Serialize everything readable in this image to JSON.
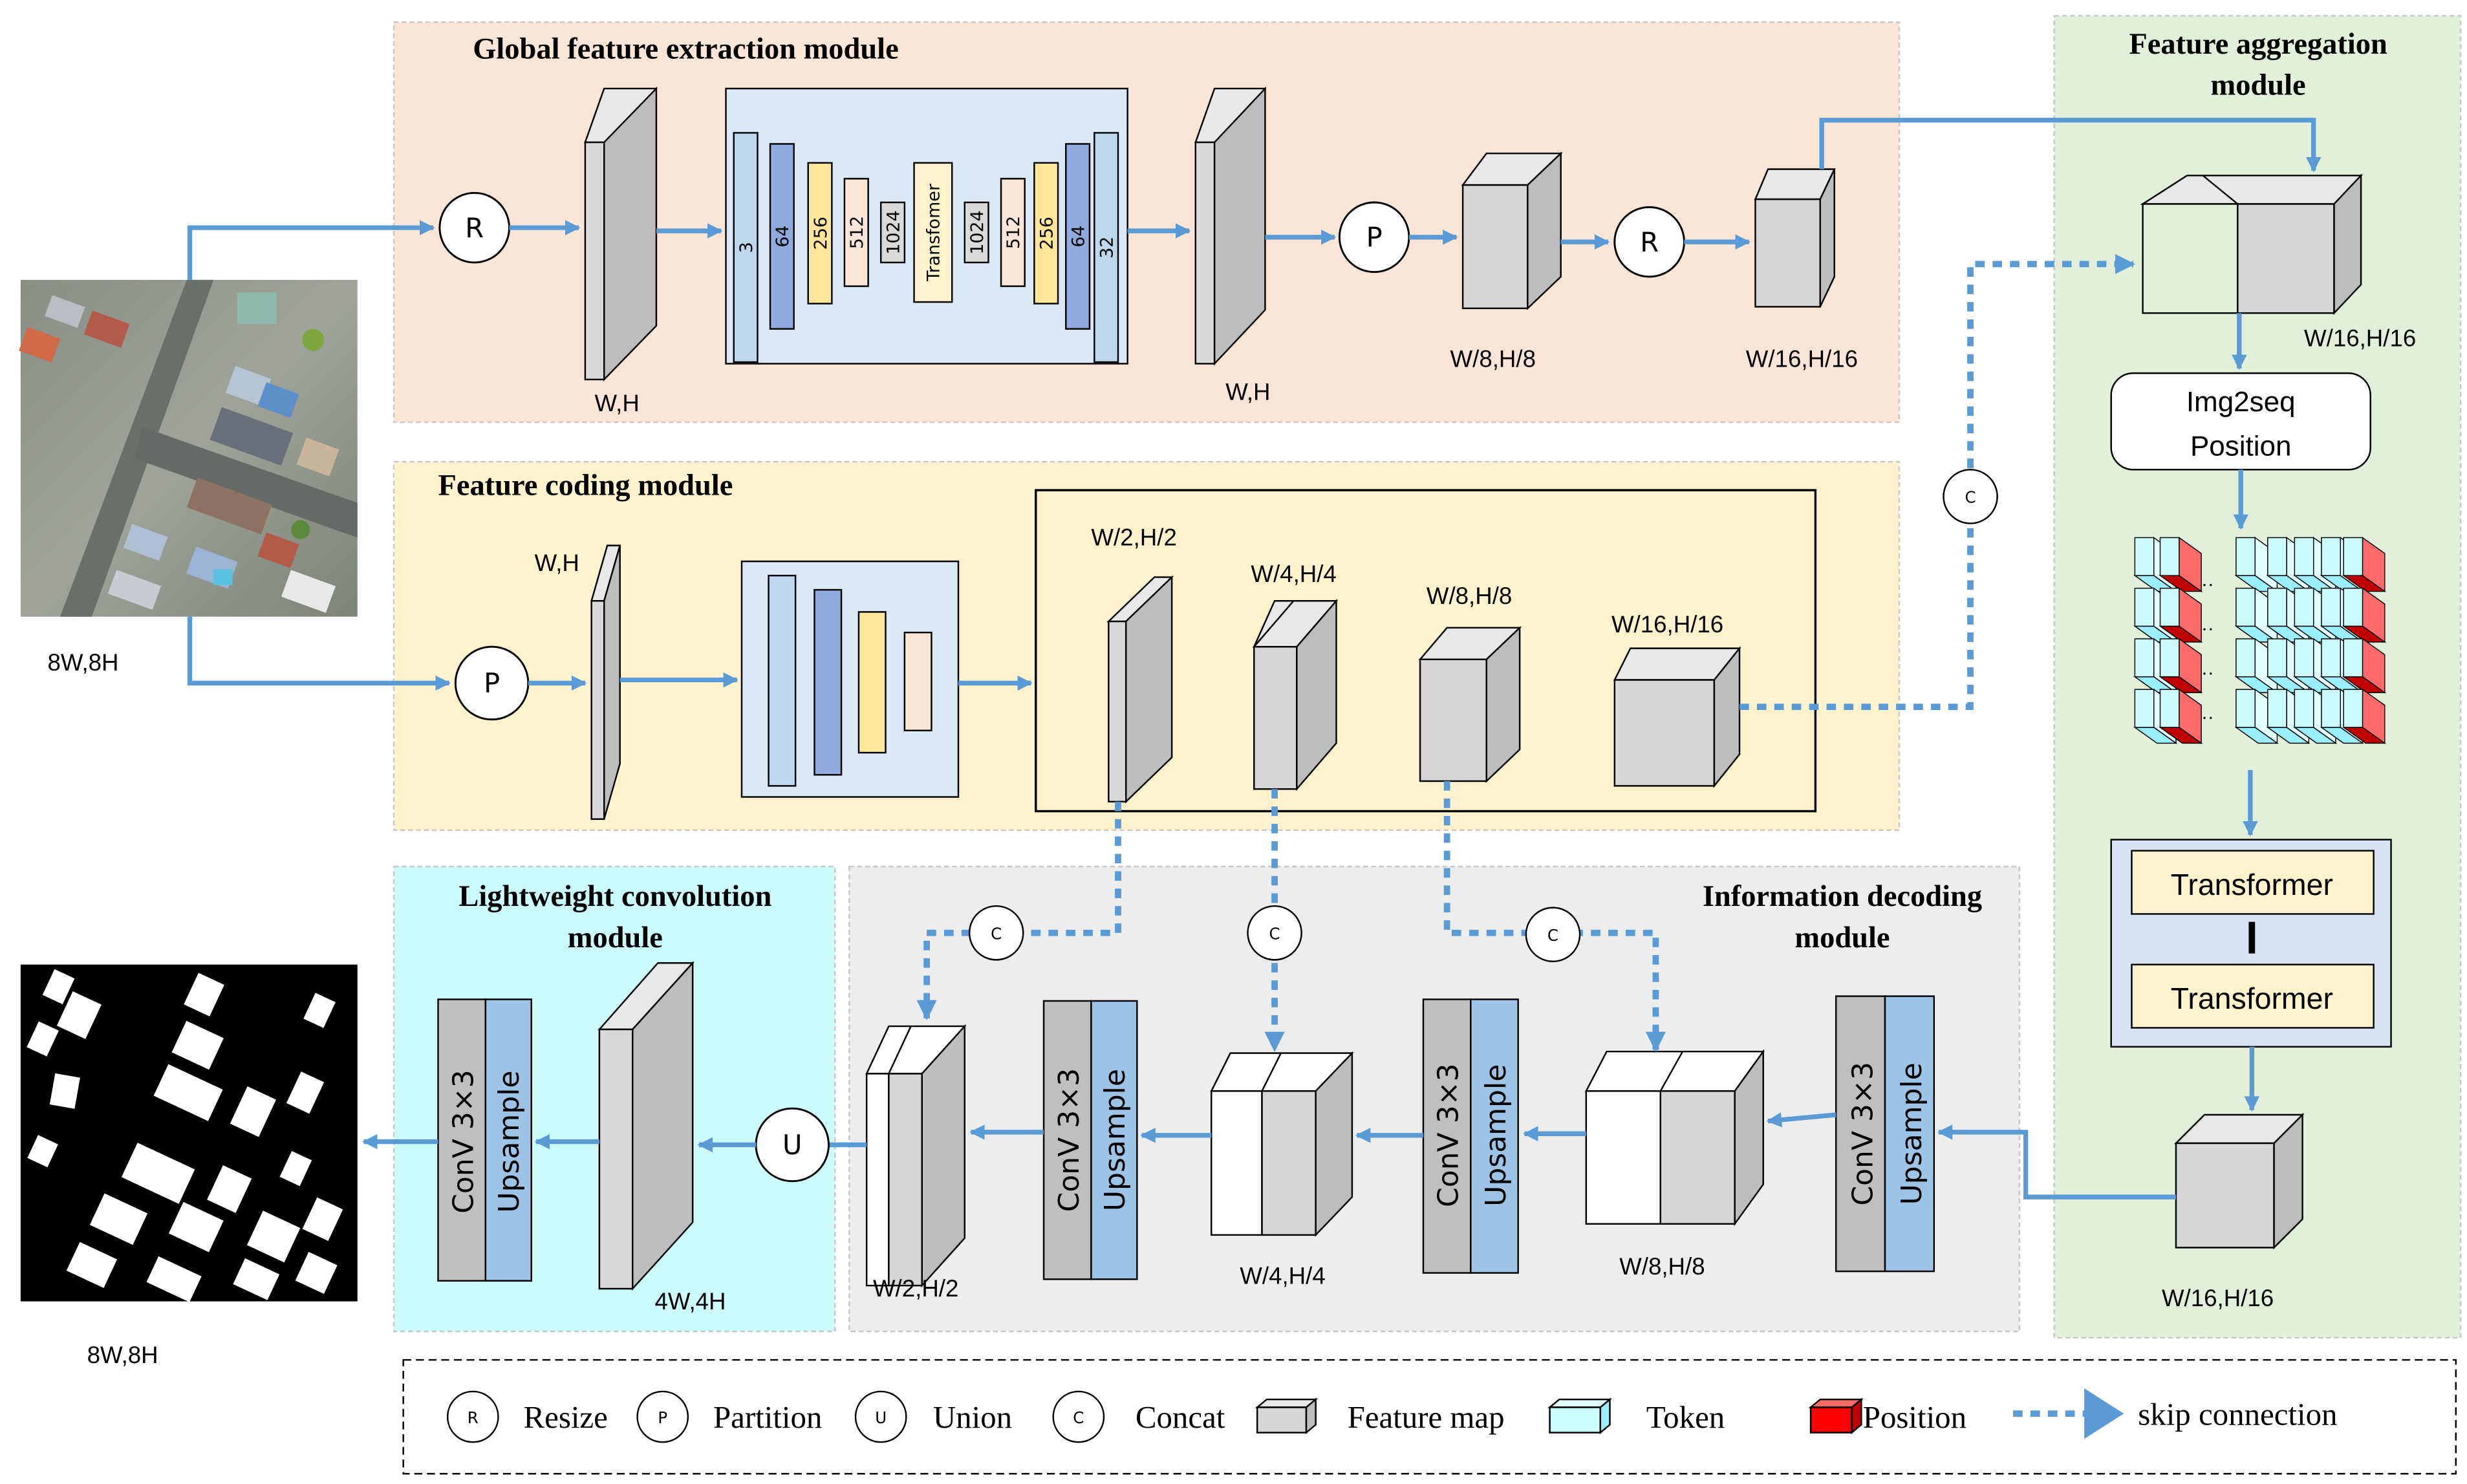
{
  "modules": {
    "global": "Global feature extraction module",
    "coding": "Feature coding module",
    "aggregation_line1": "Feature aggregation",
    "aggregation_line2": "module",
    "lightweight_line1": "Lightweight convolution",
    "lightweight_line2": "module",
    "decoding_line1": "Information decoding",
    "decoding_line2": "module"
  },
  "ops": {
    "resize": "R",
    "partition": "P",
    "union": "U",
    "concat": "C"
  },
  "global_unet_layers": [
    "3",
    "64",
    "256",
    "512",
    "1024",
    "Transfomer",
    "1024",
    "512",
    "256",
    "64",
    "32"
  ],
  "dims": {
    "input": "8W,8H",
    "output": "8W,8H",
    "wh": "W,H",
    "w2": "W/2,H/2",
    "w4": "W/4,H/4",
    "w8": "W/8,H/8",
    "w16": "W/16,H/16",
    "w4x": "4W,4H"
  },
  "blocks": {
    "img2seq_1": "Img2seq",
    "img2seq_2": "Position",
    "transformer": "Transformer",
    "conv": "ConV 3×3",
    "upsample": "Upsample"
  },
  "legend": {
    "resize": "Resize",
    "partition": "Partition",
    "union": "Union",
    "concat": "Concat",
    "feature_map": "Feature map",
    "token": "Token",
    "position": "Position",
    "skip": "skip connection"
  },
  "colors": {
    "arrow": "#5b9bd5",
    "global_bg": "#fbe5d6",
    "coding_bg": "#fff2cc",
    "aggregation_bg": "#e2efda",
    "lightweight_bg": "#ccfbfb",
    "decoding_bg": "#ededed"
  }
}
